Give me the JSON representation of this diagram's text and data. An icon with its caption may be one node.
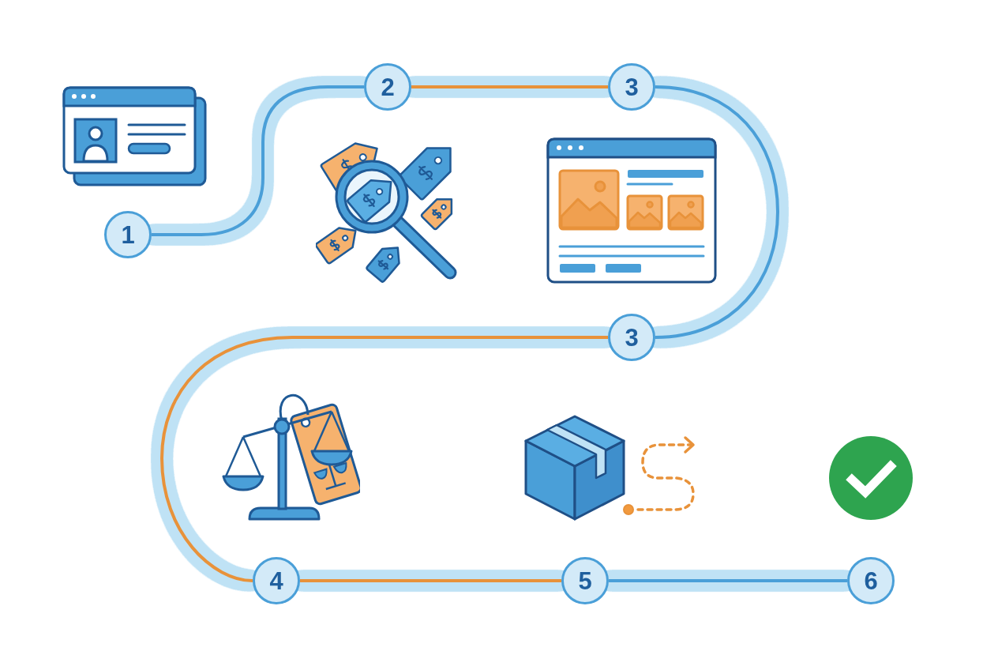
{
  "diagram": {
    "nodes": [
      {
        "text": [
          "1"
        ]
      },
      {
        "text": [
          "2"
        ]
      },
      {
        "text": [
          "3"
        ]
      },
      {
        "text": [
          "3"
        ]
      },
      {
        "text": [
          "4"
        ]
      },
      {
        "text": [
          "5"
        ]
      },
      {
        "text": [
          "6"
        ]
      }
    ],
    "edges": [
      {
        "from": 0,
        "to": 1,
        "arrow": "none"
      },
      {
        "from": 1,
        "to": 2,
        "arrow": "none",
        "color": "#e8923a"
      },
      {
        "from": 2,
        "to": 3,
        "arrow": "none"
      },
      {
        "from": 3,
        "to": 4,
        "arrow": "none",
        "color": "#e8923a"
      },
      {
        "from": 4,
        "to": 5,
        "arrow": "none",
        "color": "#e8923a"
      },
      {
        "from": 5,
        "to": 6,
        "arrow": "none"
      }
    ]
  }
}
